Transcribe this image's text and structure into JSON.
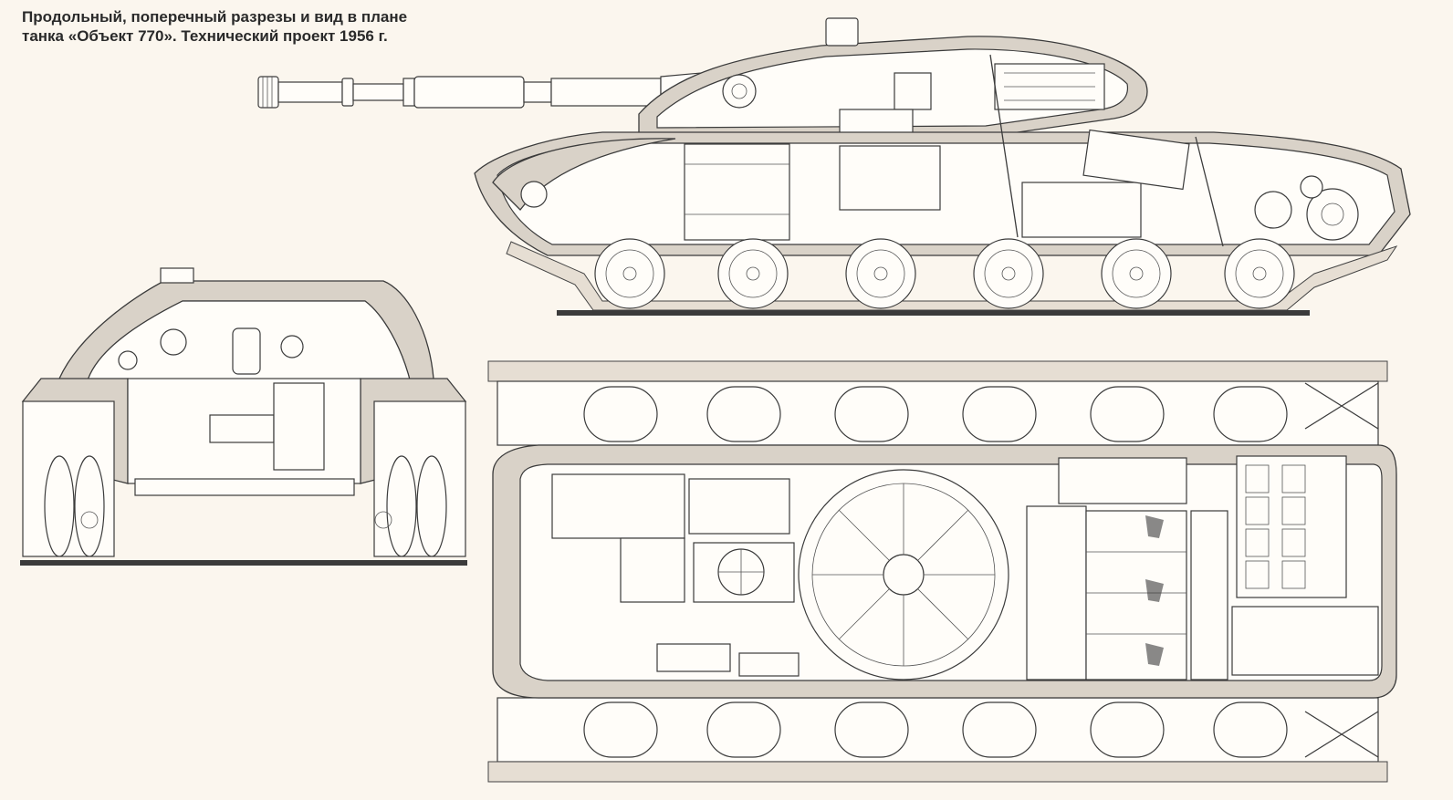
{
  "caption": {
    "line1": "Продольный, поперечный разрезы и вид в плане",
    "line2": "танка «Объект 770». Технический проект 1956 г."
  },
  "views": {
    "side": "side-section-view",
    "front": "cross-section-view",
    "plan": "plan-view"
  },
  "colors": {
    "background": "#fbf6ee",
    "line": "#3b3b3b",
    "armor": "#d9d2c8"
  }
}
